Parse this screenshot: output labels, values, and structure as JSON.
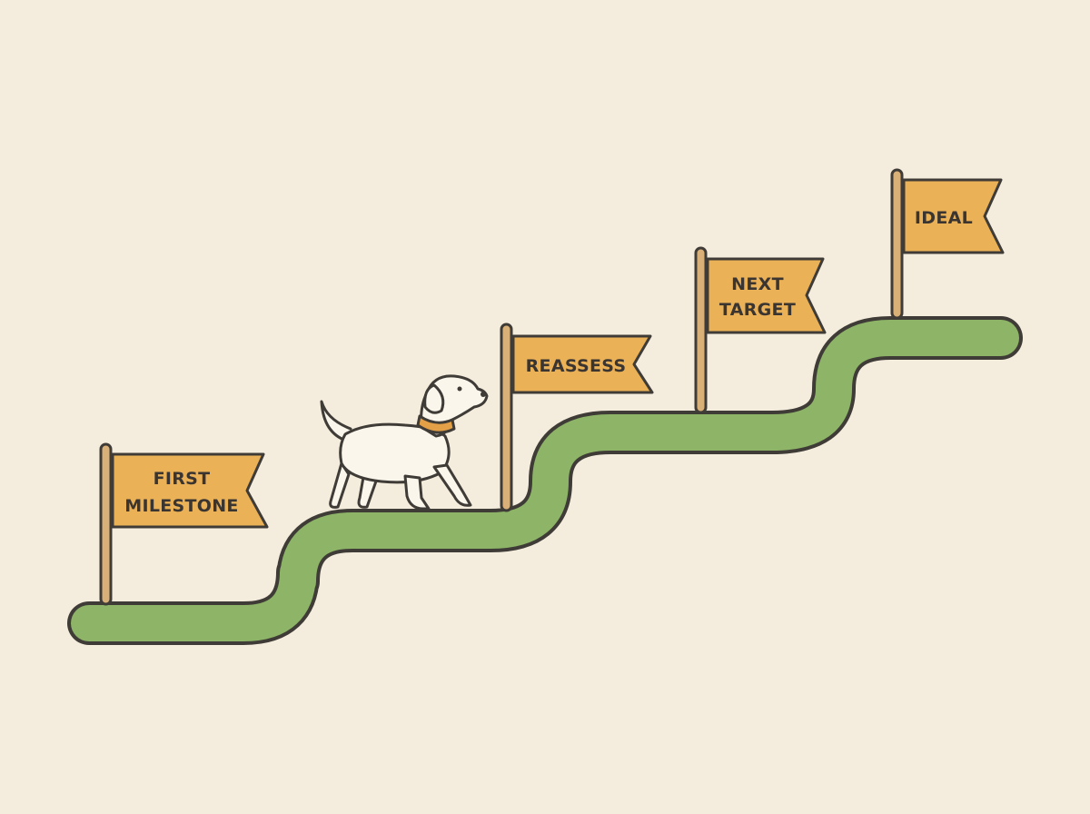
{
  "colors": {
    "background": "#f4ecdc",
    "path_fill": "#8db467",
    "outline": "#3f3b36",
    "flag_fill": "#ebb157",
    "pole": "#d8b078",
    "dog_fill": "#fbf6ec",
    "collar": "#e3a046"
  },
  "milestones": [
    {
      "lines": [
        "FIRST",
        "MILESTONE"
      ]
    },
    {
      "lines": [
        "REASSESS"
      ]
    },
    {
      "lines": [
        "NEXT",
        "TARGET"
      ]
    },
    {
      "lines": [
        "IDEAL"
      ]
    }
  ],
  "icons": {
    "walker": "dog-icon",
    "markers": "flag-icon"
  }
}
